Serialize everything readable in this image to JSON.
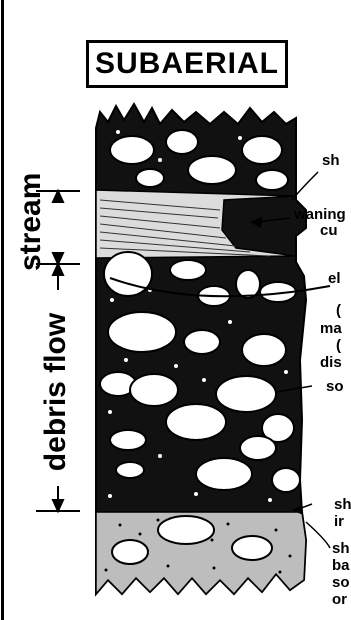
{
  "figure": {
    "title": "SUBAERIAL",
    "side_labels": {
      "stream": "stream",
      "debris_flow": "debris flow"
    },
    "right_labels": [
      "sh",
      "waning",
      "cu",
      "el",
      "(",
      "ma",
      "(",
      "dis",
      "so",
      "sh",
      "ir",
      "sh",
      "ba",
      "so",
      "or"
    ]
  }
}
